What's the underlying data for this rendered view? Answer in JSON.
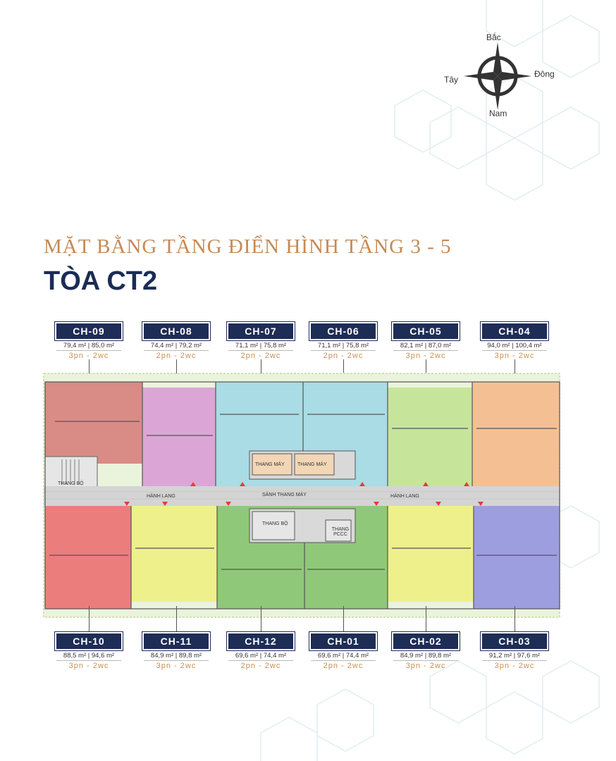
{
  "compass": {
    "north": "Bắc",
    "east": "Đông",
    "south": "Nam",
    "west": "Tây"
  },
  "heading": {
    "line1": "MẶT BẰNG TẦNG ĐIỂN HÌNH TẦNG 3 - 5",
    "line2": "TÒA CT2"
  },
  "units_top": [
    {
      "code": "CH-09",
      "area": "79,4 m² | 85,0 m²",
      "rooms": "3pn - 2wc",
      "color": "#d98b86"
    },
    {
      "code": "CH-08",
      "area": "74,4 m² | 79,2 m²",
      "rooms": "2pn - 2wc",
      "color": "#dba6d6"
    },
    {
      "code": "CH-07",
      "area": "71,1 m² | 75,8 m²",
      "rooms": "2pn - 2wc",
      "color": "#a9dce4"
    },
    {
      "code": "CH-06",
      "area": "71,1 m² | 75,8 m²",
      "rooms": "2pn - 2wc",
      "color": "#a9dce4"
    },
    {
      "code": "CH-05",
      "area": "82,1 m² | 87,0 m²",
      "rooms": "3pn - 2wc",
      "color": "#c6e59b"
    },
    {
      "code": "CH-04",
      "area": "94,0 m² | 100,4 m²",
      "rooms": "3pn - 2wc",
      "color": "#f4c093"
    }
  ],
  "units_bottom": [
    {
      "code": "CH-10",
      "area": "88,5 m² | 94,6 m²",
      "rooms": "3pn - 2wc",
      "color": "#ec7d7d"
    },
    {
      "code": "CH-11",
      "area": "84,9 m² | 89,8 m²",
      "rooms": "3pn - 2wc",
      "color": "#eef08c"
    },
    {
      "code": "CH-12",
      "area": "69,6 m² | 74,4 m²",
      "rooms": "2pn - 2wc",
      "color": "#8fc878"
    },
    {
      "code": "CH-01",
      "area": "69,6 m² | 74,4 m²",
      "rooms": "2pn - 2wc",
      "color": "#8fc878"
    },
    {
      "code": "CH-02",
      "area": "84,9 m² | 89,8 m²",
      "rooms": "3pn - 2wc",
      "color": "#eef08c"
    },
    {
      "code": "CH-03",
      "area": "91,2 m² | 97,6 m²",
      "rooms": "3pn - 2wc",
      "color": "#9d9ee0"
    }
  ],
  "plan_labels": {
    "corridor_left": "HÀNH LANG",
    "corridor_right": "HÀNH LANG",
    "lobby": "SẢNH THANG MÁY",
    "elevator_1": "THANG MÁY",
    "elevator_2": "THANG MÁY",
    "stair_left": "THANG BỘ",
    "stair_center": "THANG BỘ",
    "fire_stair": "THANG PCCC"
  }
}
